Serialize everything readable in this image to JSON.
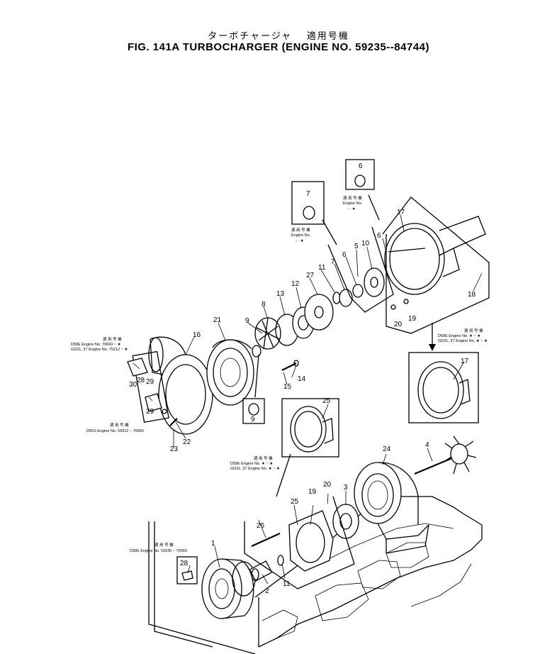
{
  "header": {
    "title_jp": "ターボチャージャ　 適用号機",
    "title_en": "FIG. 141A  TURBOCHARGER  (ENGINE NO. 59235--84744)"
  },
  "callouts": [
    {
      "id": "c1",
      "label": "1"
    },
    {
      "id": "c2",
      "label": "2"
    },
    {
      "id": "c3",
      "label": "3"
    },
    {
      "id": "c4",
      "label": "4"
    },
    {
      "id": "c5",
      "label": "5"
    },
    {
      "id": "c6a",
      "label": "6"
    },
    {
      "id": "c6b",
      "label": "6"
    },
    {
      "id": "c6c",
      "label": "6"
    },
    {
      "id": "c7a",
      "label": "7"
    },
    {
      "id": "c7b",
      "label": "7"
    },
    {
      "id": "c8",
      "label": "8"
    },
    {
      "id": "c9a",
      "label": "9"
    },
    {
      "id": "c9b",
      "label": "9"
    },
    {
      "id": "c10",
      "label": "10"
    },
    {
      "id": "c11a",
      "label": "11"
    },
    {
      "id": "c11b",
      "label": "11"
    },
    {
      "id": "c12",
      "label": "12"
    },
    {
      "id": "c13",
      "label": "13"
    },
    {
      "id": "c14",
      "label": "14"
    },
    {
      "id": "c15",
      "label": "15"
    },
    {
      "id": "c16",
      "label": "16"
    },
    {
      "id": "c17a",
      "label": "17"
    },
    {
      "id": "c17b",
      "label": "17"
    },
    {
      "id": "c18",
      "label": "18"
    },
    {
      "id": "c19a",
      "label": "19"
    },
    {
      "id": "c19b",
      "label": "19"
    },
    {
      "id": "c20a",
      "label": "20"
    },
    {
      "id": "c20b",
      "label": "20"
    },
    {
      "id": "c21",
      "label": "21"
    },
    {
      "id": "c22",
      "label": "22"
    },
    {
      "id": "c23",
      "label": "23"
    },
    {
      "id": "c24",
      "label": "24"
    },
    {
      "id": "c25a",
      "label": "25"
    },
    {
      "id": "c25b",
      "label": "25"
    },
    {
      "id": "c26",
      "label": "26"
    },
    {
      "id": "c27",
      "label": "27"
    },
    {
      "id": "c28a",
      "label": "28"
    },
    {
      "id": "c28b",
      "label": "28"
    },
    {
      "id": "c29a",
      "label": "29"
    },
    {
      "id": "c29b",
      "label": "29"
    },
    {
      "id": "c30",
      "label": "30"
    }
  ],
  "notes": {
    "n6": {
      "jp": "適 用 号 機",
      "line1": "Engine No.",
      "line2": "- - ★"
    },
    "n7": {
      "jp": "適 用 号 機",
      "line1": "Engine No.",
      "line2": "- - ★"
    },
    "n16": {
      "jp": "適 用 号 機",
      "line1": "D58E    Engine No. 70660 ~ ★",
      "line2": "GD31, 37  Engine No. 75212 ~ ★"
    },
    "n17": {
      "jp": "適 用 号 機",
      "line1": "D58E    Engine No. ★ ~ ★",
      "line2": "GD31, 37  Engine No. ★ ~ ★"
    },
    "n29": {
      "jp": "適 用 号 機",
      "line1": "D55S  Engine No. 59912 ~ 70660"
    },
    "n25": {
      "jp": "適 用 号 機",
      "line1": "D58E    Engine No. ★ ~ ★",
      "line2": "GD31, 37  Engine No. ★ ~ ★"
    },
    "n28": {
      "jp": "適 用 号 機",
      "line1": "D58E  Engine No. 59235 ~ 70669"
    }
  }
}
